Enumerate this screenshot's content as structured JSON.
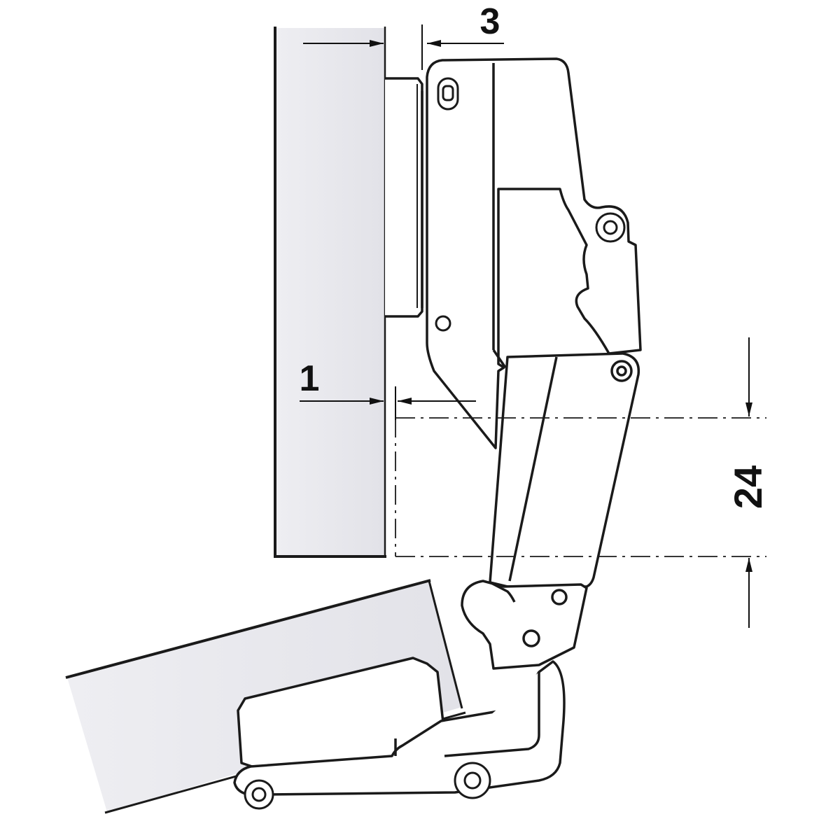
{
  "dimensions": {
    "overlay_top": "3",
    "gap_side": "1",
    "mounting_distance": "24"
  },
  "colors": {
    "line": "#1a1a1a",
    "panel_fill": "#e9e9ee",
    "part_fill": "#ffffff"
  }
}
